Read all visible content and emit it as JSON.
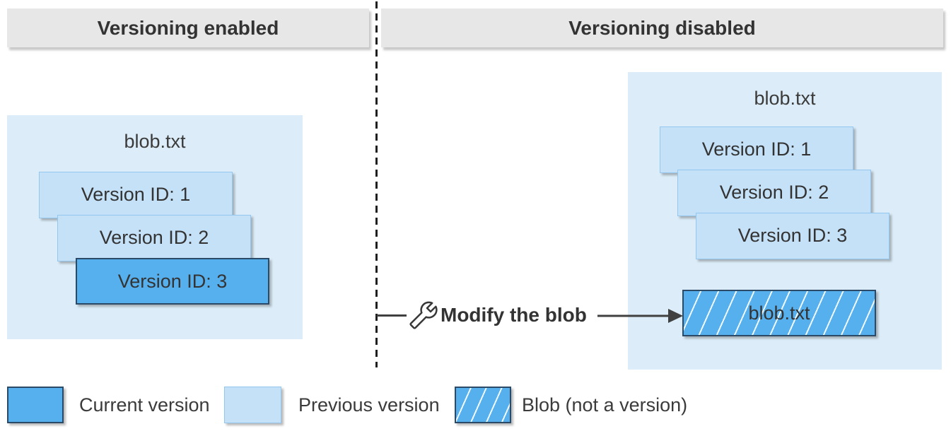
{
  "diagram": {
    "left_panel": {
      "header": "Versioning enabled",
      "container_title": "blob.txt",
      "versions": [
        {
          "label": "Version ID: 1",
          "kind": "previous"
        },
        {
          "label": "Version ID: 2",
          "kind": "previous"
        },
        {
          "label": "Version ID: 3",
          "kind": "current"
        }
      ]
    },
    "right_panel": {
      "header": "Versioning disabled",
      "container_title": "blob.txt",
      "versions": [
        {
          "label": "Version ID: 1",
          "kind": "previous"
        },
        {
          "label": "Version ID: 2",
          "kind": "previous"
        },
        {
          "label": "Version ID: 3",
          "kind": "previous"
        }
      ],
      "blob_box_label": "blob.txt"
    },
    "action": {
      "icon": "wrench-icon",
      "label": "Modify the blob"
    },
    "legend": {
      "items": [
        {
          "swatch": "current-version-swatch",
          "label": "Current version"
        },
        {
          "swatch": "previous-version-swatch",
          "label": "Previous version"
        },
        {
          "swatch": "blob-not-a-version-swatch",
          "label": "Blob (not a version)"
        }
      ]
    },
    "colors": {
      "current_version_fill": "#57b0ee",
      "current_version_border": "#2b4a68",
      "previous_version_fill": "#c5e1f8",
      "previous_version_border": "#93c7ef",
      "container_fill": "#dcedf9",
      "header_fill": "#e7e7e7",
      "hatch_stripe": "#ffffff",
      "text": "#3b3b3b",
      "arrow": "#404040"
    }
  }
}
